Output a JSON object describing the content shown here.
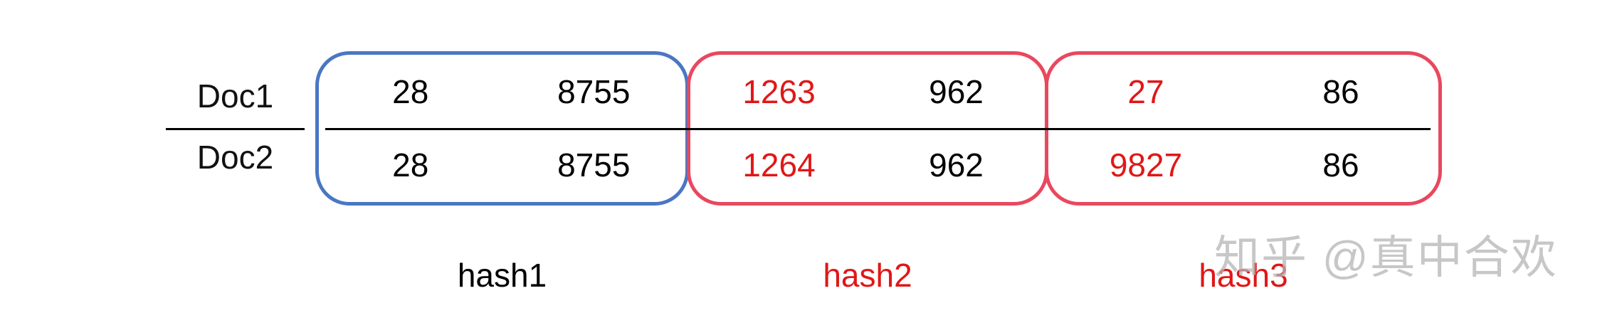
{
  "table": {
    "row_labels": [
      "Doc1",
      "Doc2"
    ],
    "boxes": [
      {
        "name": "hash1",
        "border_color": "#4a77c4",
        "label_color": "#000000",
        "rows": [
          [
            {
              "text": "28",
              "color": "#000000"
            },
            {
              "text": "8755",
              "color": "#000000"
            }
          ],
          [
            {
              "text": "28",
              "color": "#000000"
            },
            {
              "text": "8755",
              "color": "#000000"
            }
          ]
        ]
      },
      {
        "name": "hash2",
        "border_color": "#e8485e",
        "label_color": "#e01718",
        "rows": [
          [
            {
              "text": "1263",
              "color": "#e01718"
            },
            {
              "text": "962",
              "color": "#000000"
            }
          ],
          [
            {
              "text": "1264",
              "color": "#e01718"
            },
            {
              "text": "962",
              "color": "#000000"
            }
          ]
        ]
      },
      {
        "name": "hash3",
        "border_color": "#e8485e",
        "label_color": "#e01718",
        "rows": [
          [
            {
              "text": "27",
              "color": "#e01718"
            },
            {
              "text": "86",
              "color": "#000000"
            }
          ],
          [
            {
              "text": "9827",
              "color": "#e01718"
            },
            {
              "text": "86",
              "color": "#000000"
            }
          ]
        ]
      }
    ]
  },
  "watermark": {
    "text": "知乎 @真中合欢",
    "color": "#b5b5b5"
  }
}
